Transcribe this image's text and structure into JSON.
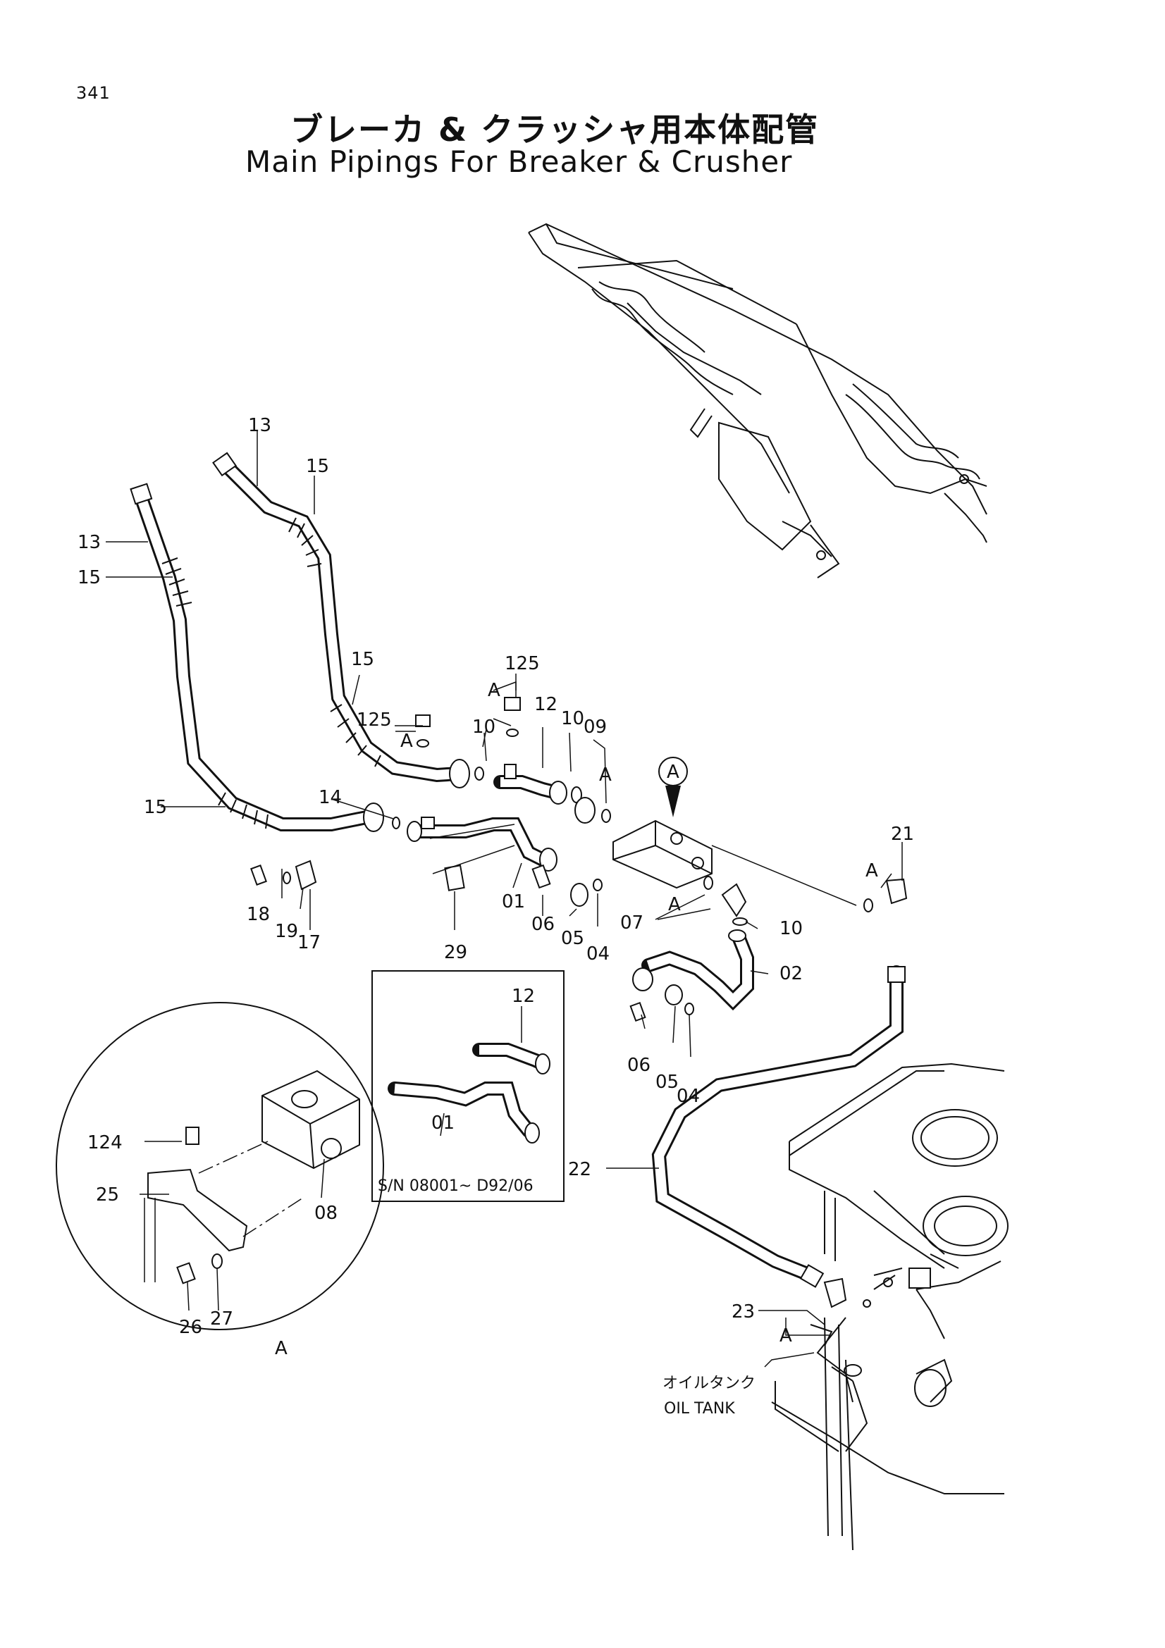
{
  "page": {
    "number": "341",
    "title_jp": "ブレーカ & クラッシャ用本体配管",
    "title_en": "Main Pipings For Breaker & Crusher"
  },
  "callouts": {
    "p13a": "13",
    "p15a": "15",
    "p13b": "13",
    "p15b": "15",
    "p15c": "15",
    "p15d": "15",
    "p125a": "125",
    "p125b": "125",
    "pA1": "A",
    "pA2": "A",
    "p10a": "10",
    "p12": "12",
    "p10b": "10",
    "p09": "09",
    "pA3": "A",
    "p14": "14",
    "pA_circle": "A",
    "p21": "21",
    "pA4": "A",
    "p18": "18",
    "p19": "19",
    "p17": "17",
    "p29": "29",
    "p01": "01",
    "p06a": "06",
    "p05a": "05",
    "p04a": "04",
    "p07": "07",
    "pA5": "A",
    "p10c": "10",
    "p02": "02",
    "p06b": "06",
    "p05b": "05",
    "p04b": "04",
    "p22": "22",
    "p23": "23",
    "pA6": "A",
    "inset_12": "12",
    "inset_01": "01",
    "inset_sn": "S/N 08001~ D92/06",
    "d124": "124",
    "d25": "25",
    "d08": "08",
    "d26": "26",
    "d27": "27",
    "dA": "A"
  },
  "oil_tank": {
    "label_jp": "オイルタンク",
    "label_en": "OIL TANK"
  }
}
